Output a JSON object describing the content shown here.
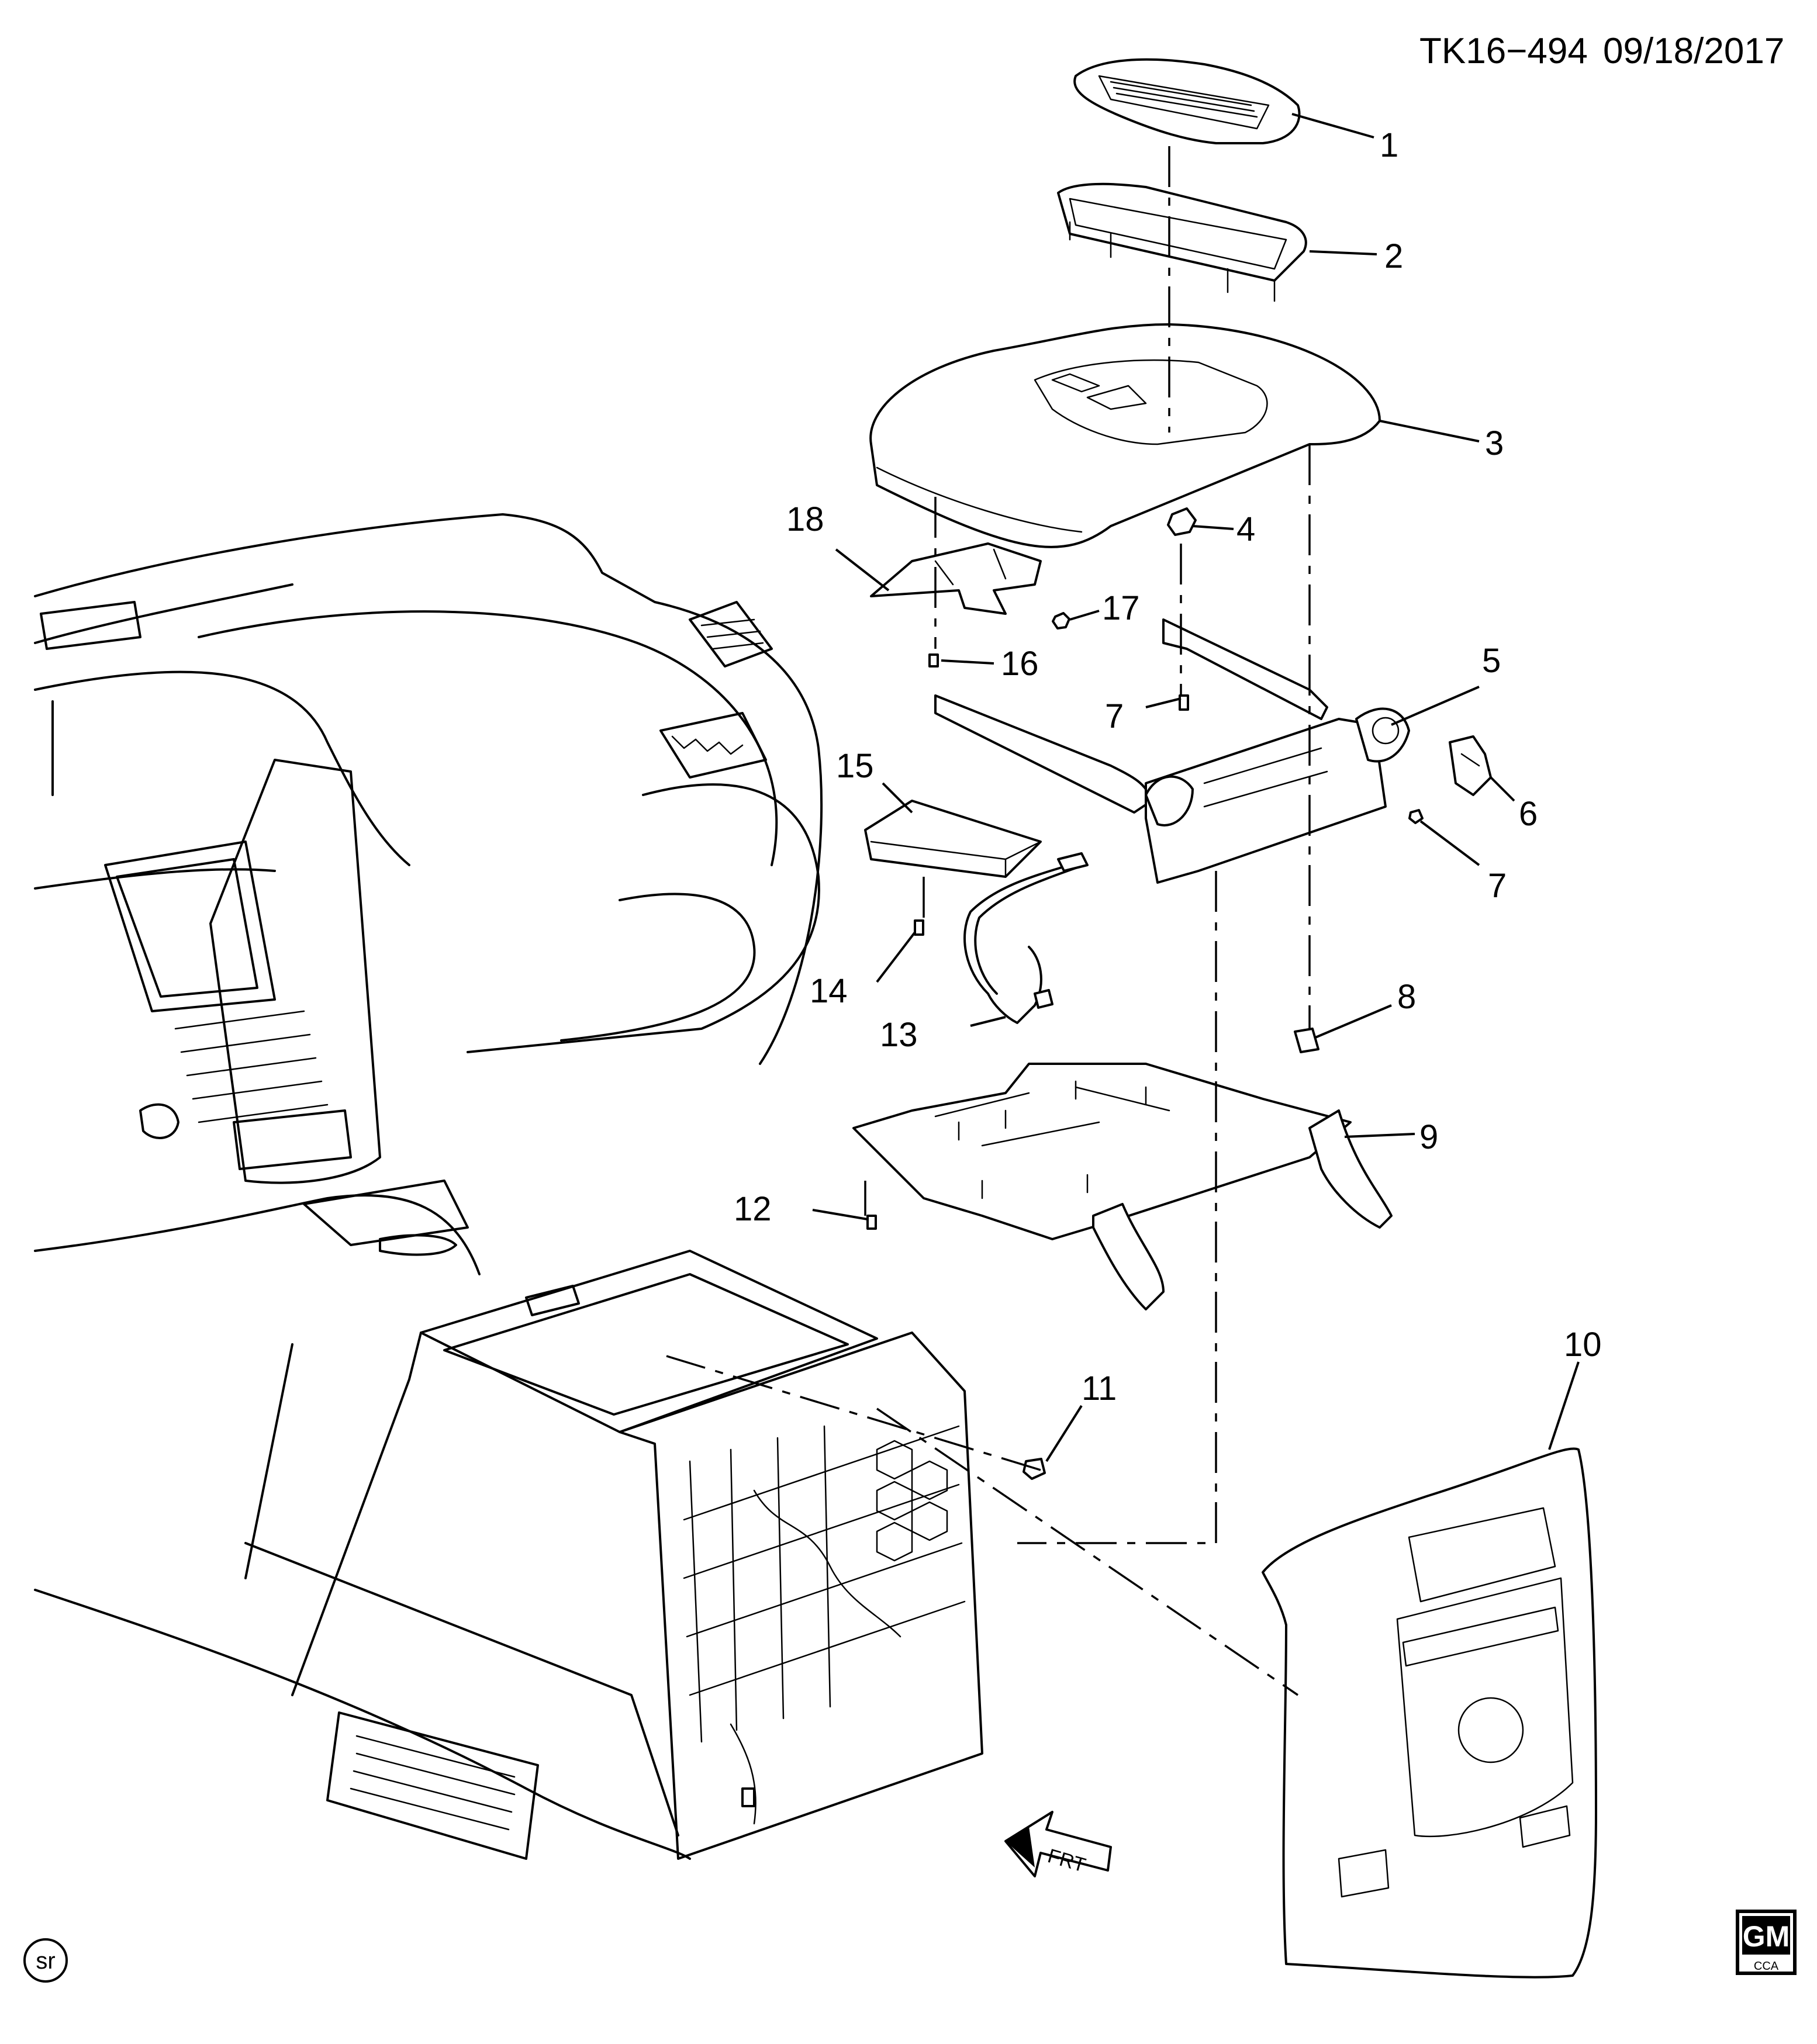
{
  "header": {
    "drawing_id": "TK16−494",
    "date": "09/18/2017"
  },
  "callouts": [
    "1",
    "2",
    "3",
    "4",
    "5",
    "6",
    "7",
    "7",
    "8",
    "9",
    "10",
    "11",
    "12",
    "13",
    "14",
    "15",
    "16",
    "17",
    "18"
  ],
  "badges": {
    "sr": "sr",
    "gm": "GM",
    "cca": "CCA"
  },
  "direction_arrow": {
    "label": "FRT"
  }
}
